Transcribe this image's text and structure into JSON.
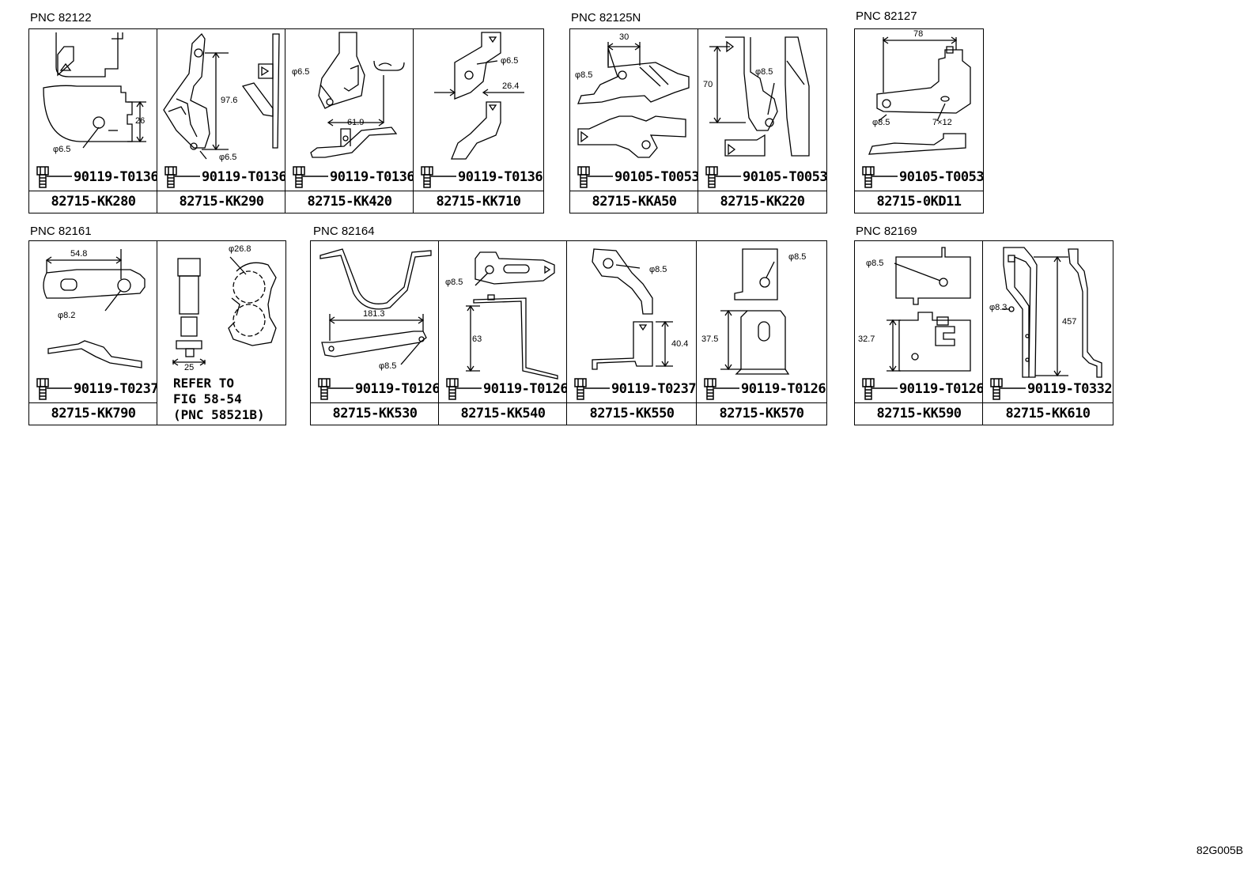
{
  "groups": [
    {
      "label": "PNC 82122"
    },
    {
      "label": "PNC 82125N"
    },
    {
      "label": "PNC 82127"
    },
    {
      "label": "PNC 82161"
    },
    {
      "label": "PNC 82164"
    },
    {
      "label": "PNC 82169"
    }
  ],
  "cells": [
    {
      "bolt": "90119-T0136",
      "part": "82715-KK280",
      "dims": [
        "26",
        "φ6.5"
      ]
    },
    {
      "bolt": "90119-T0136",
      "part": "82715-KK290",
      "dims": [
        "97.6",
        "φ6.5"
      ]
    },
    {
      "bolt": "90119-T0136",
      "part": "82715-KK420",
      "dims": [
        "φ6.5",
        "61.9"
      ]
    },
    {
      "bolt": "90119-T0136",
      "part": "82715-KK710",
      "dims": [
        "φ6.5",
        "26.4"
      ]
    },
    {
      "bolt": "90105-T0053",
      "part": "82715-KKA50",
      "dims": [
        "30",
        "φ8.5"
      ]
    },
    {
      "bolt": "90105-T0053",
      "part": "82715-KK220",
      "dims": [
        "70",
        "φ8.5"
      ]
    },
    {
      "bolt": "90105-T0053",
      "part": "82715-0KD11",
      "dims": [
        "78",
        "φ8.5",
        "7×12"
      ]
    },
    {
      "bolt": "90119-T0237",
      "part": "82715-KK790",
      "dims": [
        "54.8",
        "φ8.2"
      ]
    },
    {
      "bolt": "",
      "part": "",
      "dims": [
        "φ26.8",
        "25"
      ],
      "refer": [
        "REFER TO",
        "FIG 58-54",
        "(PNC 58521B)"
      ]
    },
    {
      "bolt": "90119-T0126",
      "part": "82715-KK530",
      "dims": [
        "181.3",
        "φ8.5"
      ]
    },
    {
      "bolt": "90119-T0126",
      "part": "82715-KK540",
      "dims": [
        "φ8.5",
        "63"
      ]
    },
    {
      "bolt": "90119-T0237",
      "part": "82715-KK550",
      "dims": [
        "φ8.5",
        "40.4"
      ]
    },
    {
      "bolt": "90119-T0126",
      "part": "82715-KK570",
      "dims": [
        "φ8.5",
        "37.5"
      ]
    },
    {
      "bolt": "90119-T0126",
      "part": "82715-KK590",
      "dims": [
        "φ8.5",
        "32.7"
      ]
    },
    {
      "bolt": "90119-T0332",
      "part": "82715-KK610",
      "dims": [
        "φ8.3",
        "457"
      ]
    }
  ],
  "footer": {
    "code": "82G005B"
  },
  "icons": {
    "bolt": "bolt-icon"
  }
}
